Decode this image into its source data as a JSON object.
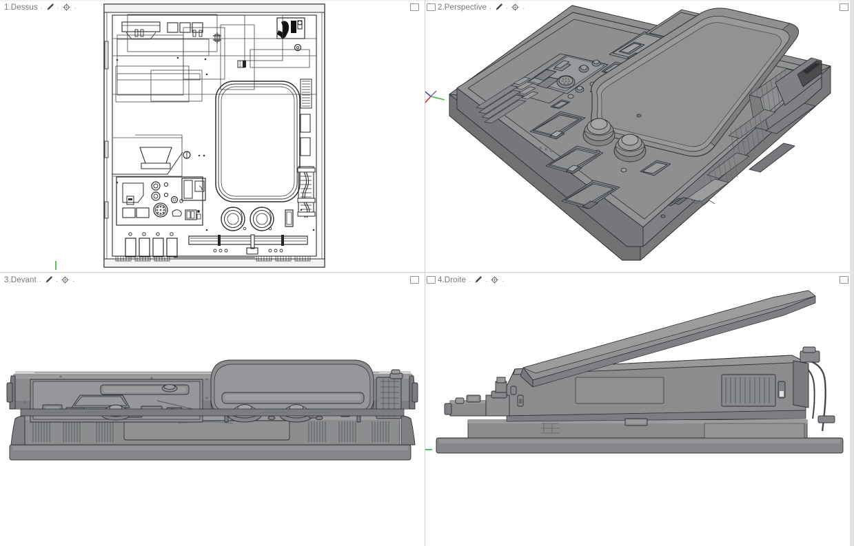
{
  "app": {
    "kind": "cad-viewport-grid",
    "layout": "2x2",
    "background": "#ffffff",
    "separator_color": "#cfcfcf"
  },
  "viewports": [
    {
      "id": "vp1",
      "index": "1",
      "label": "1.Dessus",
      "display_mode": "wireframe",
      "menu_dot": ".",
      "icons": [
        "pencil-icon",
        "target-icon"
      ],
      "maximize_label": "",
      "cplane_tick": "origin-tick",
      "has_gizmo": false
    },
    {
      "id": "vp2",
      "index": "2",
      "label": "2.Perspective",
      "display_mode": "shaded",
      "menu_dot": ".",
      "icons": [
        "pencil-icon",
        "target-icon"
      ],
      "maximize_label": "",
      "cplane_tick": "",
      "has_gizmo": true
    },
    {
      "id": "vp3",
      "index": "3",
      "label": "3.Devant",
      "display_mode": "shaded",
      "menu_dot": ".",
      "icons": [
        "pencil-icon",
        "target-icon"
      ],
      "maximize_label": "",
      "cplane_tick": "origin-tick",
      "has_gizmo": false
    },
    {
      "id": "vp4",
      "index": "4",
      "label": "4.Droite",
      "display_mode": "shaded",
      "menu_dot": ".",
      "icons": [
        "pencil-icon",
        "target-icon"
      ],
      "maximize_label": "",
      "cplane_tick": "origin-tick",
      "has_gizmo": false
    }
  ],
  "model": {
    "name": "reel-to-reel tape recorder",
    "shade_fill": "#8a8c8e",
    "shade_fill_light": "#959799",
    "shade_fill_dark": "#7a7c7e",
    "shade_fill_darker": "#6e7072",
    "wire_stroke": "#2b2b2b"
  },
  "gizmo": {
    "axes": [
      {
        "name": "x-axis",
        "color": "#d02a2a"
      },
      {
        "name": "y-axis",
        "color": "#3cbf46"
      },
      {
        "name": "z-axis",
        "color": "#5a3fb4"
      }
    ]
  },
  "cplane": {
    "tick_color": "#5bbf5b"
  }
}
